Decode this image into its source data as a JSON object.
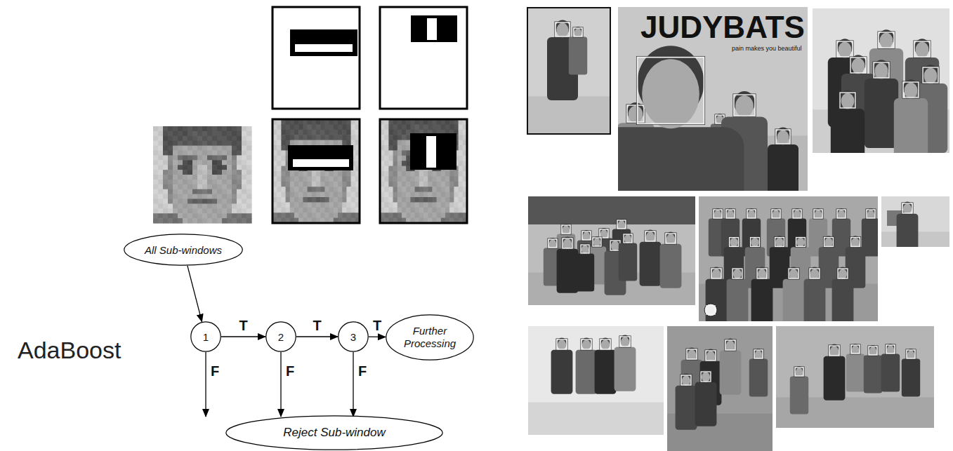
{
  "diagram": {
    "nodes": [
      {
        "text": [
          "All Sub-windows"
        ]
      },
      {
        "text": [
          "1"
        ]
      },
      {
        "text": [
          "2"
        ]
      },
      {
        "text": [
          "3"
        ]
      },
      {
        "text": [
          "Further Processing"
        ]
      },
      {
        "text": [
          "Reject Sub-window"
        ]
      }
    ],
    "edges": [
      {
        "from": 0,
        "to": 1,
        "arrow": "to"
      },
      {
        "from": 1,
        "to": 2,
        "arrow": "to",
        "label": "T"
      },
      {
        "from": 2,
        "to": 3,
        "arrow": "to",
        "label": "T"
      },
      {
        "from": 3,
        "to": 4,
        "arrow": "to",
        "label": "T"
      },
      {
        "from": 1,
        "to": 5,
        "arrow": "to",
        "label": "F"
      },
      {
        "from": 2,
        "to": 5,
        "arrow": "to",
        "label": "F"
      },
      {
        "from": 3,
        "to": 5,
        "arrow": "to",
        "label": "F"
      }
    ],
    "labels": [
      "AdaBoost",
      "JUDYBATS",
      "pain makes you beautiful"
    ]
  }
}
